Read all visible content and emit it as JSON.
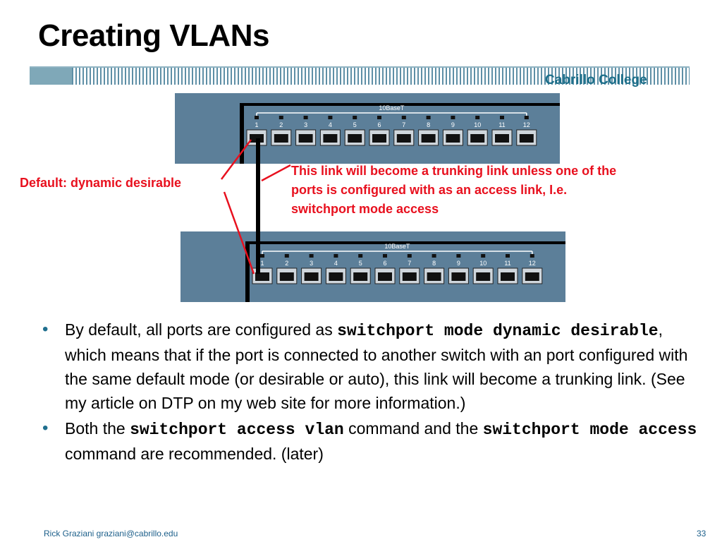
{
  "slide": {
    "title": "Creating VLANs",
    "college": "Cabrillo College"
  },
  "switches": {
    "band_label": "10BaseT",
    "port_numbers": [
      "1",
      "2",
      "3",
      "4",
      "5",
      "6",
      "7",
      "8",
      "9",
      "10",
      "11",
      "12"
    ]
  },
  "annotations": {
    "left": "Default:  dynamic desirable",
    "right_line1": "This link will become a trunking link unless one of the",
    "right_line2": "ports is configured with as an access link, I.e.",
    "right_line3": "switchport mode access"
  },
  "bullets": {
    "b1_text1": "By default, all ports are configured as ",
    "b1_code1": "switchport mode dynamic desirable",
    "b1_text2": ", which means that if the port is connected to another switch with an port configured with the same default mode (or desirable or auto), this link will become a trunking link.  (See my article on DTP on my web site for more information.)",
    "b2_text1": "Both the ",
    "b2_code1": "switchport access vlan",
    "b2_text2": " command and the ",
    "b2_code2": "switchport mode access",
    "b2_text3": " command are recommended.  (later)"
  },
  "footer": {
    "author": "Rick Graziani  graziani@cabrillo.edu",
    "page": "33"
  },
  "colors": {
    "annotation": "#e8101e",
    "switch_panel": "#5c7f99",
    "accent": "#1c6f8a"
  }
}
